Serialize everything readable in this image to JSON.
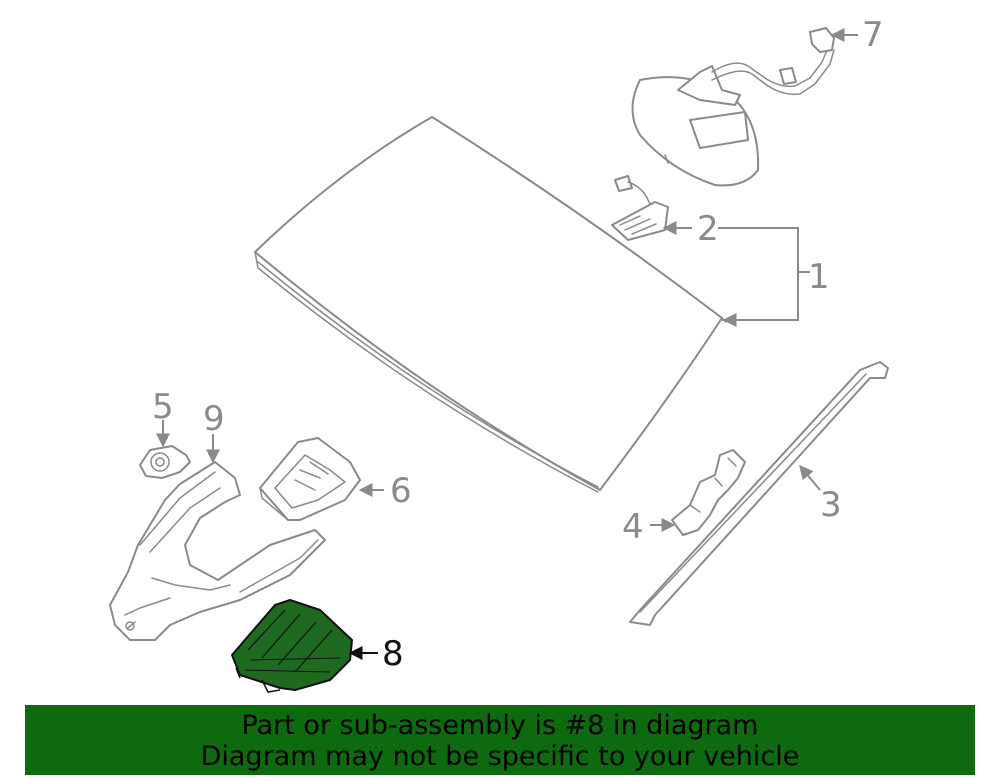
{
  "banner": {
    "line1": "Part or sub-assembly is #8 in diagram",
    "line2": "Diagram may not be specific to your vehicle",
    "background_color": "#0e6a0e"
  },
  "callouts": [
    "1",
    "2",
    "3",
    "4",
    "5",
    "6",
    "7",
    "8",
    "9"
  ],
  "highlighted_part": "8",
  "colors": {
    "line_art": "#8a8a8a",
    "highlight_fill": "#1f6a1f",
    "highlight_label": "#111111"
  }
}
